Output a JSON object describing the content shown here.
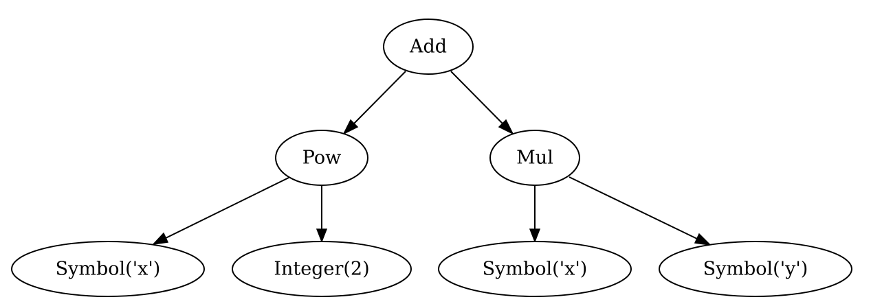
{
  "diagram": {
    "nodes": [
      {
        "id": "add",
        "label": "Add"
      },
      {
        "id": "pow",
        "label": "Pow"
      },
      {
        "id": "mul",
        "label": "Mul"
      },
      {
        "id": "sym_x1",
        "label": "Symbol('x')"
      },
      {
        "id": "int_2",
        "label": "Integer(2)"
      },
      {
        "id": "sym_x2",
        "label": "Symbol('x')"
      },
      {
        "id": "sym_y",
        "label": "Symbol('y')"
      }
    ],
    "edges": [
      {
        "from": "add",
        "to": "pow"
      },
      {
        "from": "add",
        "to": "mul"
      },
      {
        "from": "pow",
        "to": "sym_x1"
      },
      {
        "from": "pow",
        "to": "int_2"
      },
      {
        "from": "mul",
        "to": "sym_x2"
      },
      {
        "from": "mul",
        "to": "sym_y"
      }
    ]
  }
}
